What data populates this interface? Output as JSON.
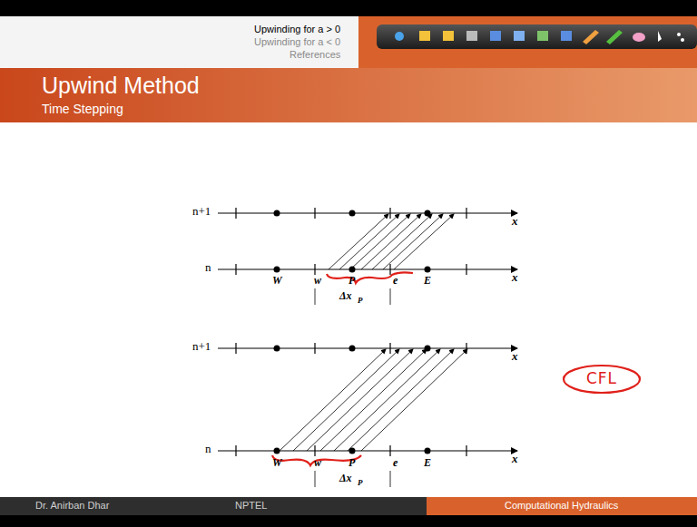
{
  "diagram": {
    "title": "Upwind Method",
    "nodes": [
      {
        "text": [
          "CFL"
        ]
      }
    ],
    "labels": [
      "Upwinding for a > 0",
      "Upwinding for a < 0",
      "References",
      "Time Stepping",
      "n+1",
      "n",
      "x",
      "x",
      "W",
      "w",
      "P",
      "e",
      "E",
      "Δx",
      "P",
      "n+1",
      "n",
      "x",
      "x",
      "W",
      "w",
      "P",
      "e",
      "E",
      "Δx",
      "P",
      "Dr. Anirban Dhar",
      "NPTEL",
      "Computational Hydraulics"
    ]
  }
}
